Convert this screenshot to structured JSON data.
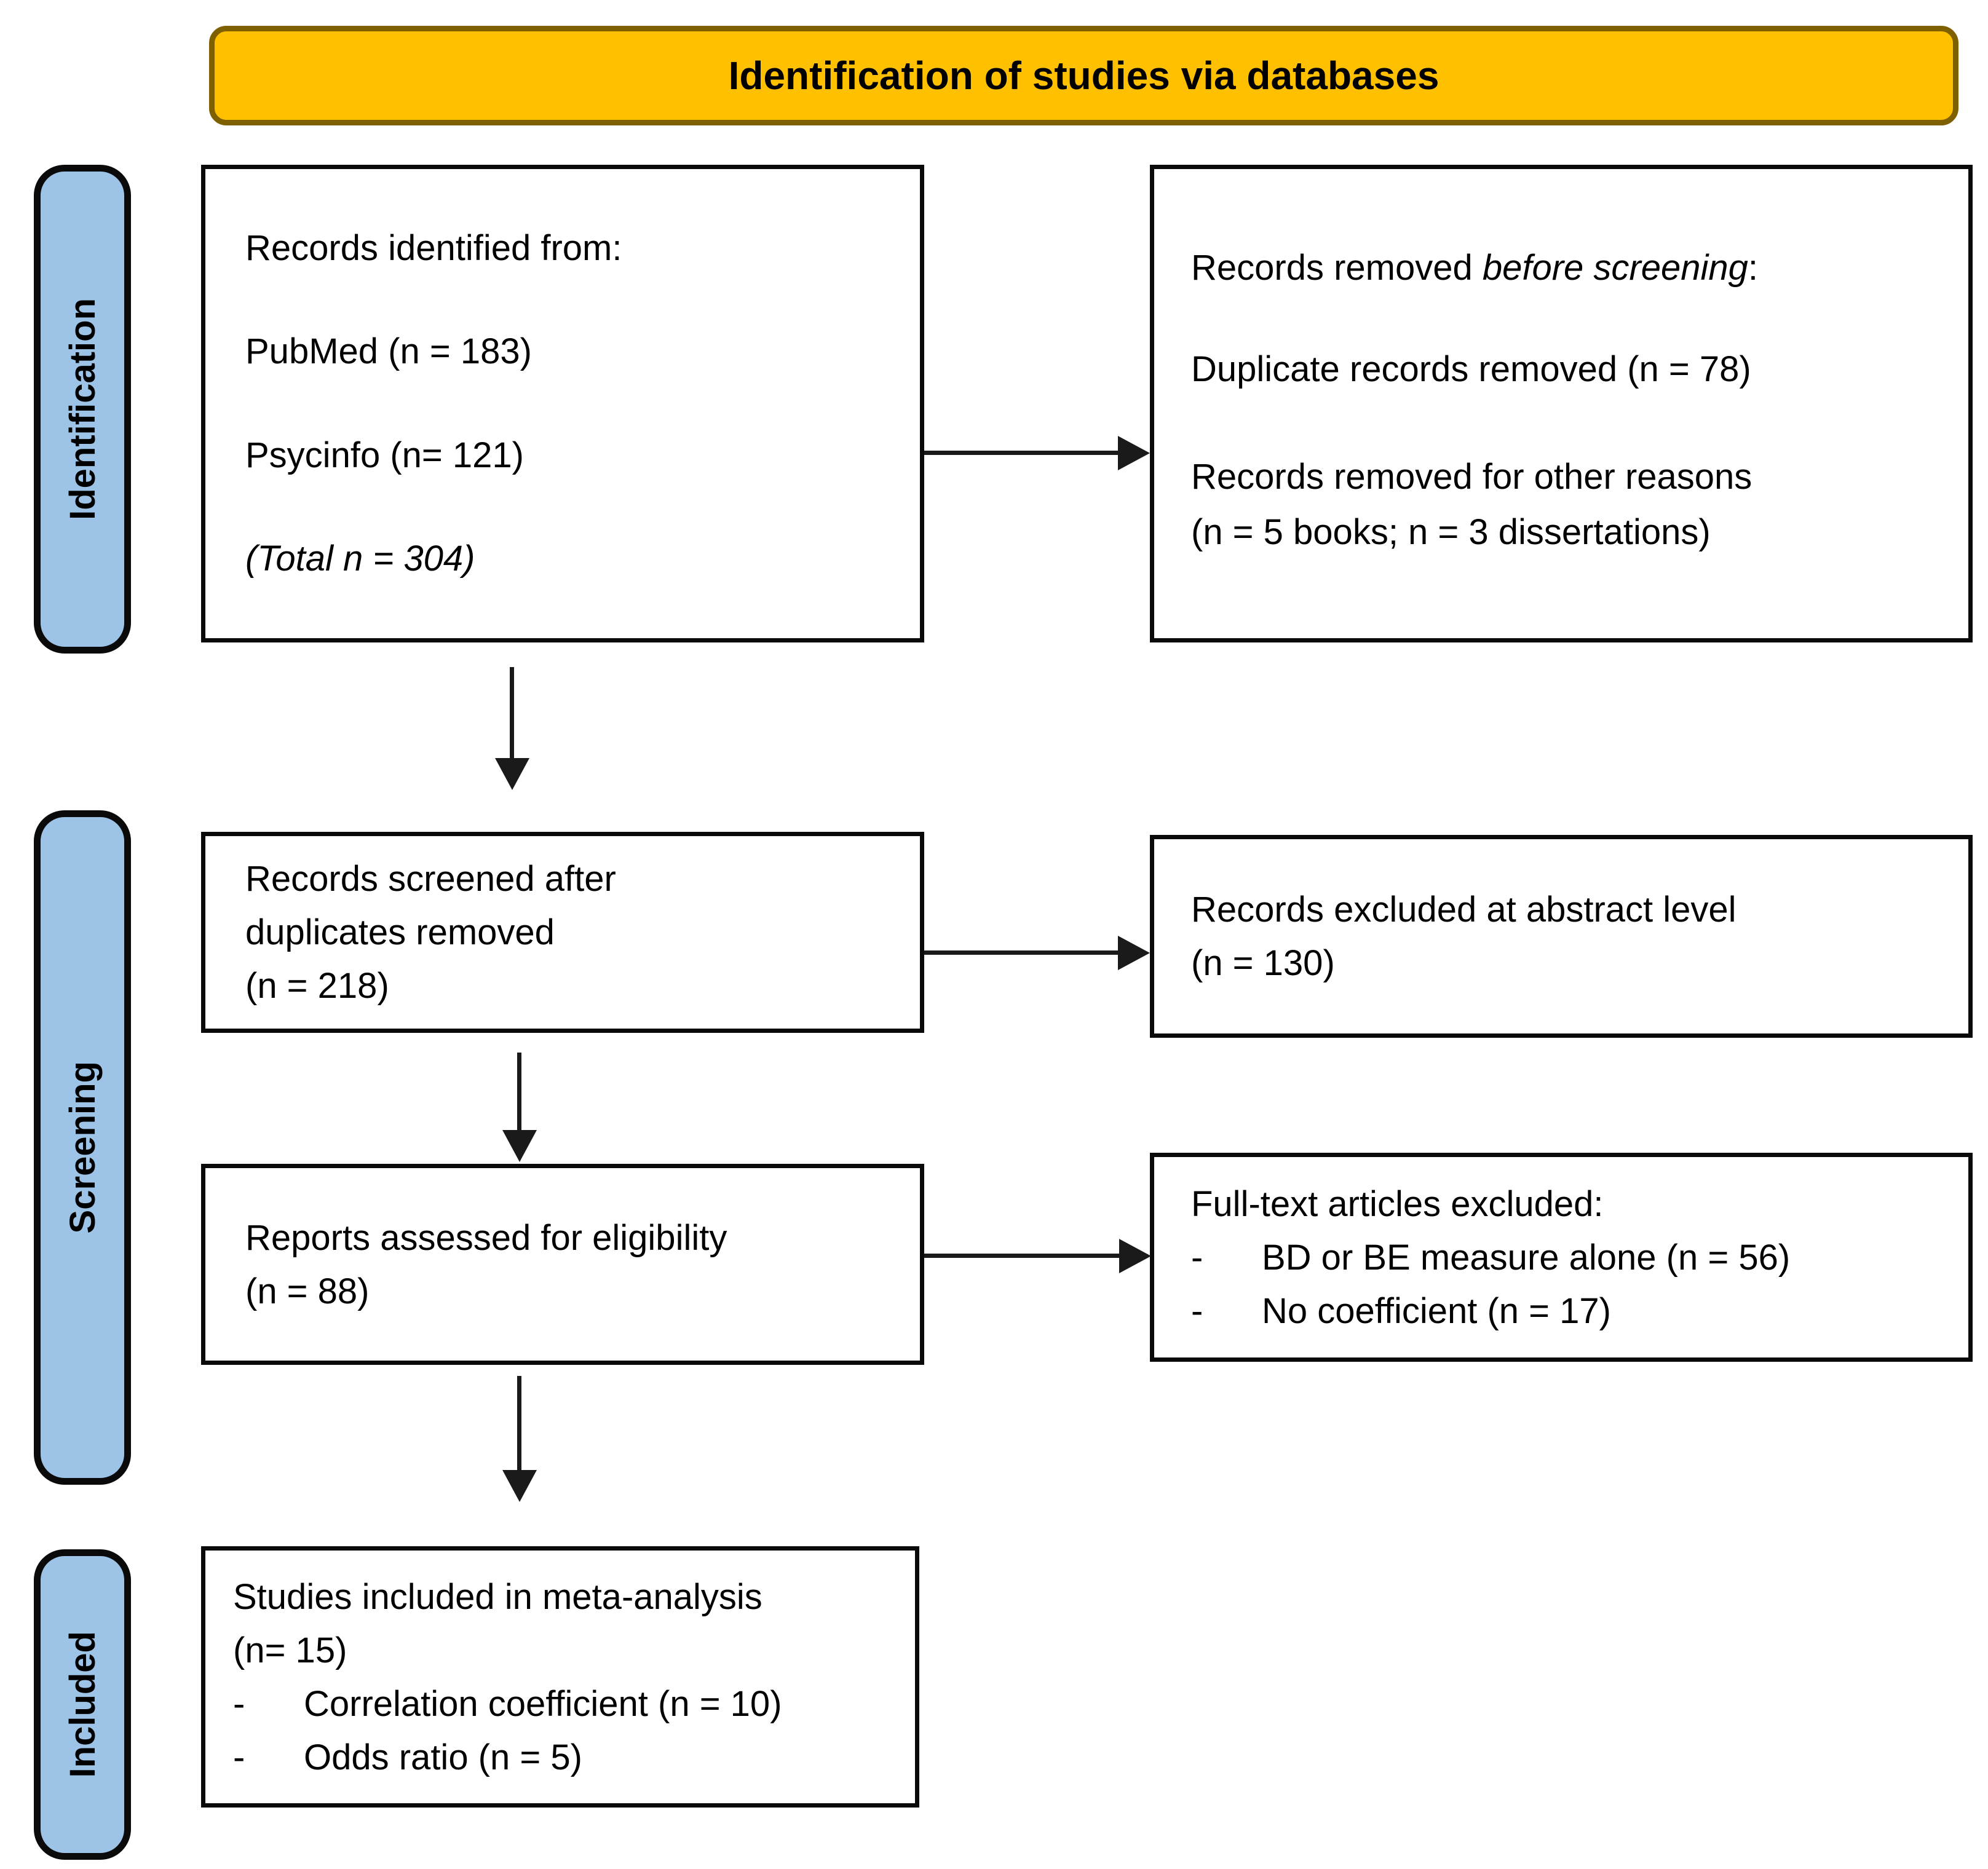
{
  "banner": {
    "label": "Identification of studies via databases"
  },
  "stages": {
    "identification": "Identification",
    "screening": "Screening",
    "included": "Included"
  },
  "boxes": {
    "records_identified": {
      "title": "Records identified from:",
      "pubmed": "PubMed (n = 183)",
      "psycinfo": "Psycinfo (n= 121)",
      "total": "(Total n = 304)"
    },
    "records_removed": {
      "title_pre": "Records removed ",
      "title_italic": "before screening",
      "title_post": ":",
      "duplicates": "Duplicate records removed (n = 78)",
      "other_line1": "Records removed for other reasons",
      "other_line2": "(n = 5 books; n = 3 dissertations)"
    },
    "records_screened": {
      "line1": "Records screened after",
      "line2": "duplicates removed",
      "line3": "(n = 218)"
    },
    "records_excluded": {
      "line1": "Records excluded at abstract level",
      "line2": "(n = 130)"
    },
    "reports_assessed": {
      "line1": "Reports assessed for eligibility",
      "line2": "(n = 88)"
    },
    "fulltext_excluded": {
      "title": "Full-text articles excluded:",
      "items": [
        {
          "bullet": "-",
          "text": "BD or BE measure alone (n = 56)"
        },
        {
          "bullet": "-",
          "text": "No coefficient (n = 17)"
        }
      ]
    },
    "studies_included": {
      "line1": "Studies included in meta-analysis",
      "line2": "(n= 15)",
      "items": [
        {
          "bullet": "-",
          "text": "Correlation coefficient (n = 10)"
        },
        {
          "bullet": "-",
          "text": "Odds ratio (n = 5)"
        }
      ]
    }
  },
  "colors": {
    "banner_fill": "#FFC000",
    "banner_border": "#7F6000",
    "stage_fill": "#9DC3E6",
    "stage_border": "#0a0a0a",
    "box_border": "#0a0a0a",
    "arrow": "#1a1a1a",
    "text": "#000000",
    "background": "#ffffff"
  }
}
